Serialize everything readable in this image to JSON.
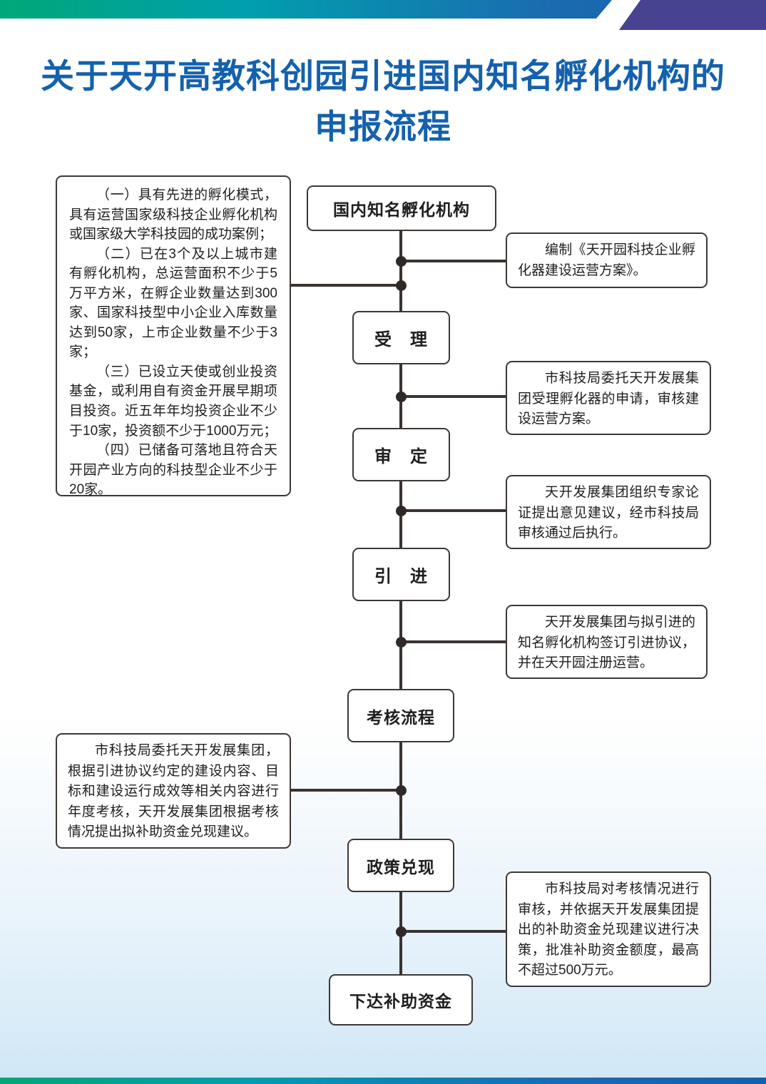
{
  "header": {
    "title_line1": "关于天开高教科创园引进国内知名孵化机构的",
    "title_line2": "申报流程"
  },
  "flow": {
    "nodes": [
      {
        "label": "国内知名孵化机构"
      },
      {
        "label": "受　理"
      },
      {
        "label": "审　定"
      },
      {
        "label": "引　进"
      },
      {
        "label": "考核流程"
      },
      {
        "label": "政策兑现"
      },
      {
        "label": "下达补助资金"
      }
    ]
  },
  "left_notes": [
    {
      "paragraphs": [
        "（一）具有先进的孵化模式，具有运营国家级科技企业孵化机构或国家级大学科技园的成功案例；",
        "（二）已在3个及以上城市建有孵化机构，总运营面积不少于5万平方米，在孵企业数量达到300家、国家科技型中小企业入库数量达到50家，上市企业数量不少于3家；",
        "（三）已设立天使或创业投资基金，或利用自有资金开展早期项目投资。近五年年均投资企业不少于10家，投资额不少于1000万元；",
        "（四）已储备可落地且符合天开园产业方向的科技型企业不少于20家。"
      ]
    },
    {
      "paragraphs": [
        "市科技局委托天开发展集团，根据引进协议约定的建设内容、目标和建设运行成效等相关内容进行年度考核，天开发展集团根据考核情况提出拟补助资金兑现建议。"
      ]
    }
  ],
  "right_notes": [
    {
      "text": "编制《天开园科技企业孵化器建设运营方案》。"
    },
    {
      "text": "市科技局委托天开发展集团受理孵化器的申请，审核建设运营方案。"
    },
    {
      "text": "天开发展集团组织专家论证提出意见建议，经市科技局审核通过后执行。"
    },
    {
      "text": "天开发展集团与拟引进的知名孵化机构签订引进协议，并在天开园注册运营。"
    },
    {
      "text": "市科技局对考核情况进行审核，并依据天开发展集团提出的补助资金兑现建议进行决策，批准补助资金额度，最高不超过500万元。"
    }
  ],
  "colors": {
    "title_blue": "#1461ae",
    "bar_green": "#00a878",
    "bar_teal": "#009fae",
    "bar_blue": "#1560aa",
    "corner_purple": "#474390",
    "line_dark": "#3a3330"
  }
}
